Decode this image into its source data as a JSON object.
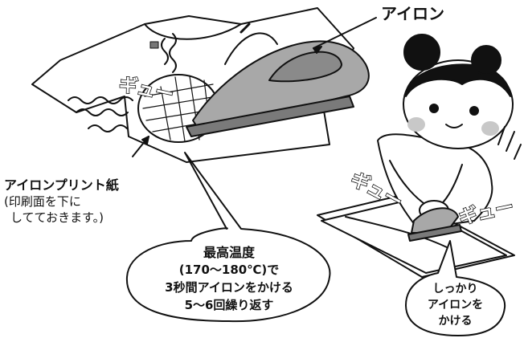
{
  "labels": {
    "iron": "アイロン",
    "print_paper": "アイロンプリント紙",
    "print_paper_note_1": "(印刷面を下に",
    "print_paper_note_2": "してておきます。)",
    "bubble_left_1": "最高温度",
    "bubble_left_2": "(170〜180℃)で",
    "bubble_left_3": "3秒間アイロンをかける",
    "bubble_left_4": "5〜6回繰り返す",
    "bubble_right_1": "しっかり",
    "bubble_right_2": "アイロンを",
    "bubble_right_3": "かける"
  },
  "sound_effects": {
    "left": "ギュー",
    "right_1": "ギュー",
    "right_2": "ギュー"
  },
  "colors": {
    "outline": "#111111",
    "iron_body": "#a8a8a8",
    "iron_dark": "#7a7a7a",
    "shirt": "#ffffff",
    "cheek": "#c8c8c8"
  }
}
